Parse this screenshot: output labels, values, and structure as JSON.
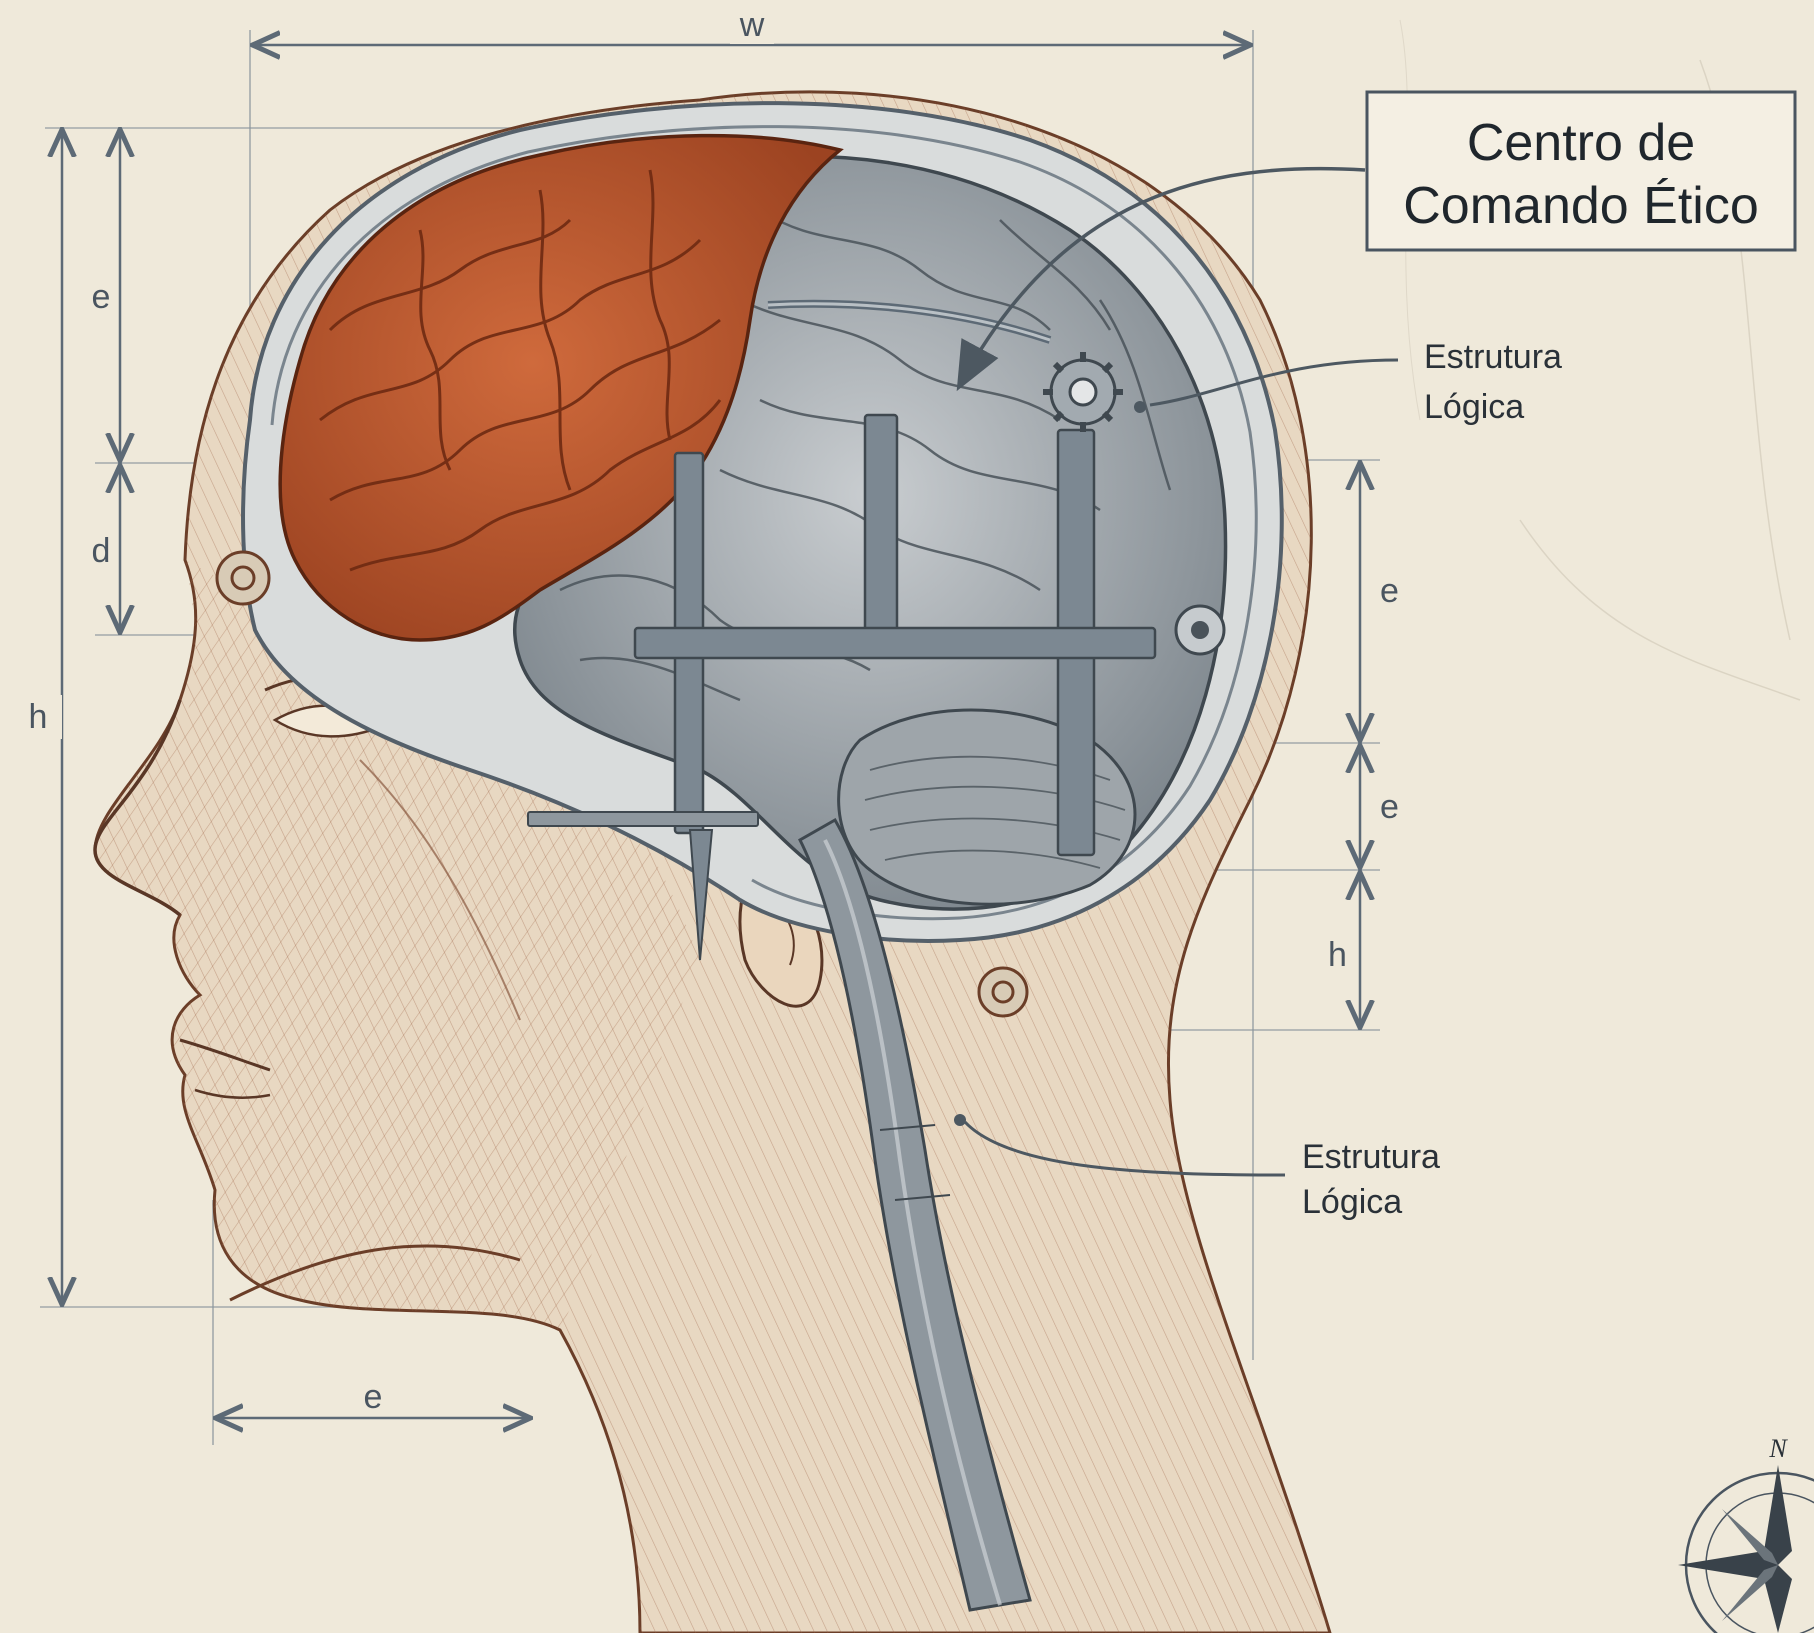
{
  "callouts": {
    "main_title_line1": "Centro de",
    "main_title_line2": "Comando Ético",
    "upper_label_line1": "Estrutura",
    "upper_label_line2": "Lógica",
    "lower_label_line1": "Estrutura",
    "lower_label_line2": "Lógica"
  },
  "dimensions": {
    "top_width": "w",
    "left_total_height": "h",
    "left_upper": "e",
    "left_middle": "d",
    "right_upper": "e",
    "right_middle": "e",
    "right_lower": "h",
    "bottom_width": "e"
  },
  "compass": {
    "north_label": "N"
  },
  "colors": {
    "paper": "#efe9da",
    "frontal_lobe": "#b9532b",
    "brain_grey": "#8f979d",
    "skin_sketch": "#a46c4d",
    "metal_frame": "#6f7d88",
    "dimension_ink": "#5d6a76"
  }
}
